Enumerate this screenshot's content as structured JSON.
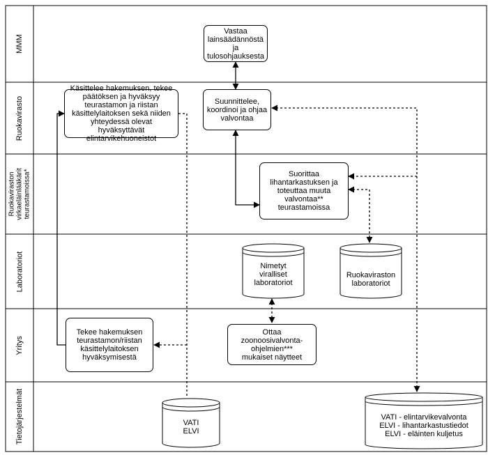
{
  "lanes": [
    {
      "label": "MMM"
    },
    {
      "label": "Ruokavirasto"
    },
    {
      "label": "Ruokaviraston\nvirkaeläinlääkärit\nteurastamoissa*"
    },
    {
      "label": "Laboratoriot"
    },
    {
      "label": "Yritys"
    },
    {
      "label": "Tietojärjestelmät"
    }
  ],
  "nodes": {
    "mmm_box": "Vastaa\nlainsäädännöstä\nja\ntulosohjauksesta",
    "ruoka_left": "Käsittelee hakemuksen, tekee\npäätöksen ja hyväksyy\nteurastamon ja riistan\nkäsittelylaitoksen sekä niiden\nyhteydessä olevat hyväksyttävät\nelintarvikehuoneistot",
    "ruoka_center": "Suunnittelee,\nkoordinoi ja ohjaa\nvalvontaa",
    "vet_box": "Suorittaa\nlihantarkastuksen ja\ntoteuttaa muuta\nvalvontaa**\nteurastamoissa",
    "lab_named": "Nimetyt\nviralliset\nlaboratoriot",
    "lab_ruoka": "Ruokaviraston\nlaboratoriot",
    "company_apply": "Tekee hakemuksen\nteurastamon/riistan\nkäsittelylaitoksen\nhyväksymisestä",
    "company_samples": "Ottaa\nzoonoosivalvonta-\nohjelmien***\nmukaiset näytteet",
    "db_vati": "VATI\nELVI",
    "db_systems": "VATI - elintarvikevalvonta\nELVI - lihantarkastustiedot\nELVI - eläinten kuljetus"
  }
}
